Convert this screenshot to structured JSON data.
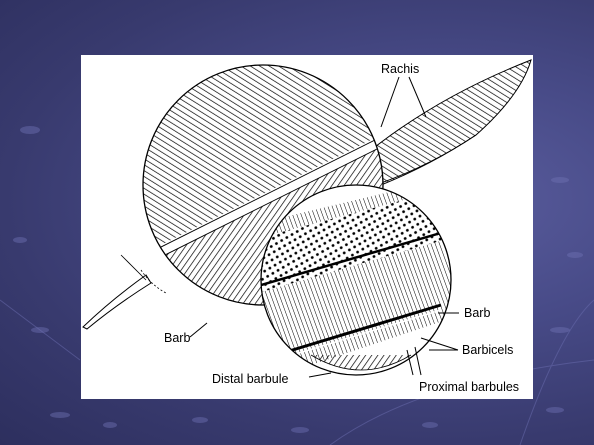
{
  "diagram": {
    "labels": {
      "rachis": "Rachis",
      "barb_upper": "Barb",
      "barb_lower": "Barb",
      "barbicels": "Barbicels",
      "distal_barbule": "Distal barbule",
      "proximal_barbules": "Proximal barbules"
    }
  },
  "colors": {
    "background": "#484b88",
    "figure_bg": "#ffffff",
    "ink": "#000000"
  }
}
